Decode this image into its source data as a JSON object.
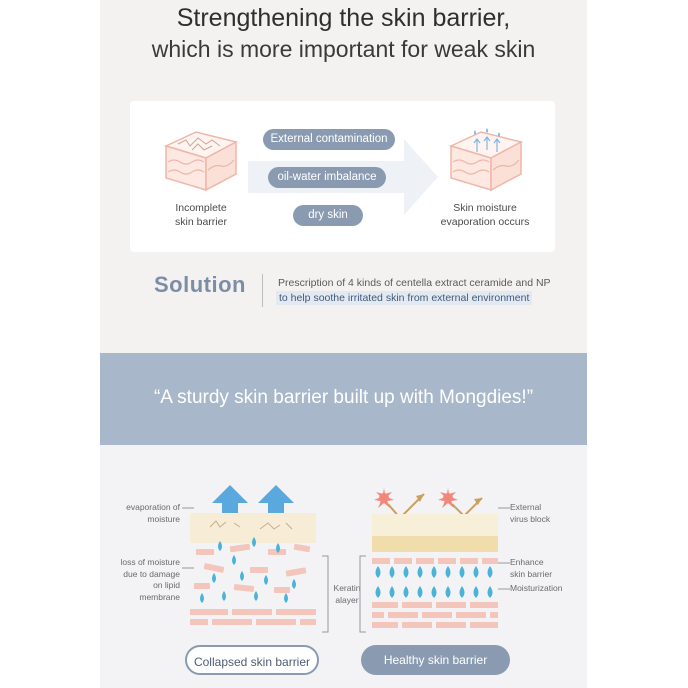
{
  "header": {
    "title_line1": "Strengthening the skin barrier,",
    "title_line2": "which is more important for weak skin"
  },
  "problem_card": {
    "left_caption": [
      "Incomplete",
      "skin barrier"
    ],
    "causes": [
      "External contamination",
      "oil-water imbalance",
      "dry skin"
    ],
    "right_caption": [
      "Skin moisture",
      "evaporation occurs"
    ]
  },
  "solution": {
    "heading": "Solution",
    "line1": "Prescription of 4 kinds of centella extract ceramide and NP",
    "line2": "to help soothe irritated skin from external environment"
  },
  "banner": {
    "quote": "“A sturdy skin barrier built up with Mongdies!”"
  },
  "comparison": {
    "left_labels": {
      "evaporation": [
        "evaporation of",
        "moisture"
      ],
      "loss": [
        "loss of moisture",
        "due to damage",
        "on lipid",
        "membrane"
      ],
      "keratin": [
        "Keratin",
        "alayer"
      ]
    },
    "right_labels": {
      "virus": [
        "External",
        "virus block"
      ],
      "enhance": [
        "Enhance",
        "skin barrier"
      ],
      "moist": "Moisturization"
    },
    "collapsed_button": "Collapsed skin barrier",
    "healthy_button": "Healthy skin barrier"
  },
  "colors": {
    "accent": "#8a9bb1",
    "banner": "#a8b7c9",
    "skin_pink": "#f4c9c0",
    "water_blue": "#5bbbd8"
  }
}
